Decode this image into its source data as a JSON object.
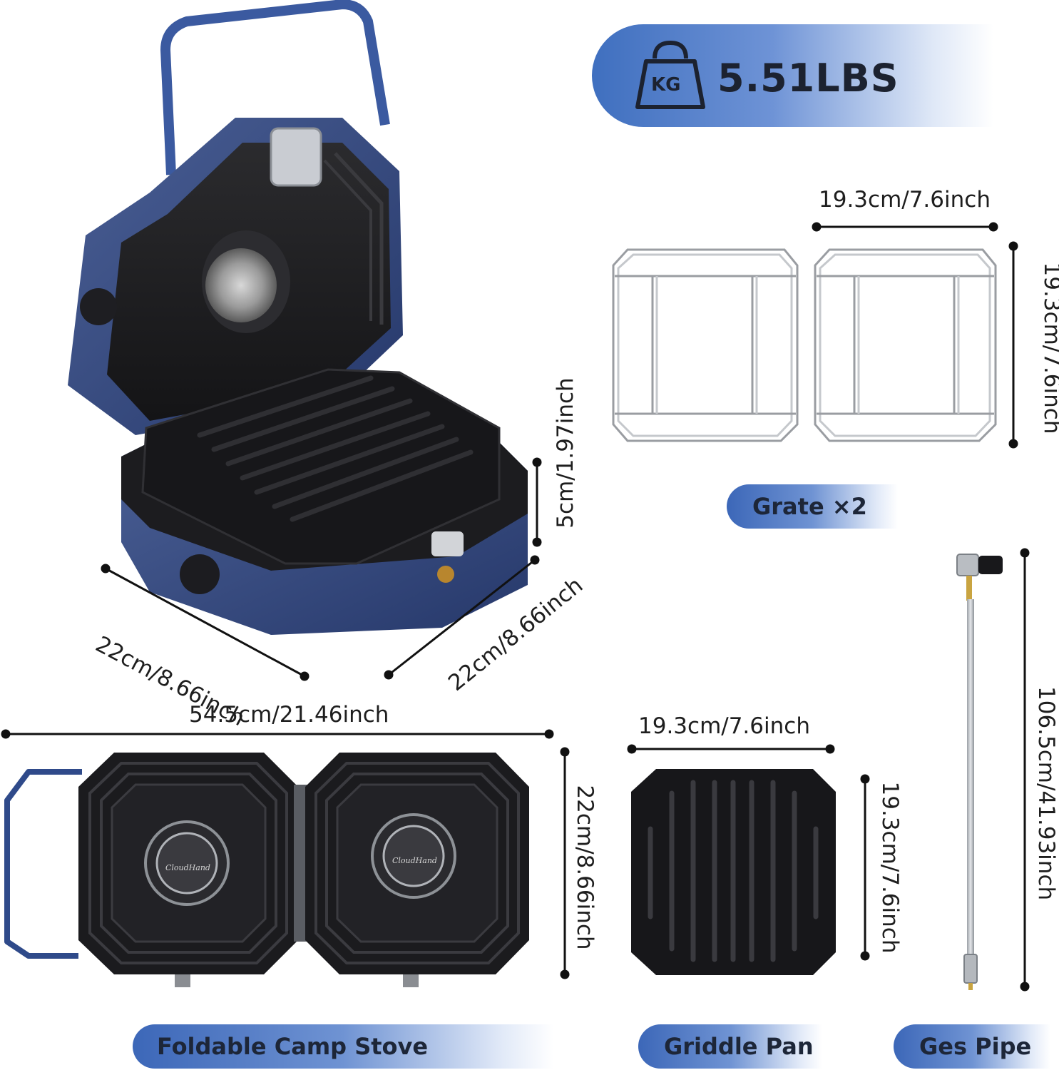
{
  "weight": {
    "icon_label": "KG",
    "value": "5.51LBS"
  },
  "grate": {
    "width_dim": "19.3cm/7.6inch",
    "height_dim": "19.3cm/7.6inch",
    "label": "Grate ×2"
  },
  "stove": {
    "height_dim": "5cm/1.97inch",
    "depth_dim_left": "22cm/8.66inch",
    "depth_dim_right": "22cm/8.66inch",
    "open_width_dim": "54.5cm/21.46inch",
    "open_height_dim": "22cm/8.66inch",
    "brand": "CloudHand",
    "label": "Foldable Camp Stove"
  },
  "griddle": {
    "width_dim": "19.3cm/7.6inch",
    "height_dim": "19.3cm/7.6inch",
    "label": "Griddle Pan"
  },
  "pipe": {
    "length_dim": "106.5cm/41.93inch",
    "label": "Ges Pipe"
  },
  "colors": {
    "stove_blue": "#2e4277",
    "plate_black": "#1a1a1c",
    "accent_blue": "#3f6fbf"
  }
}
